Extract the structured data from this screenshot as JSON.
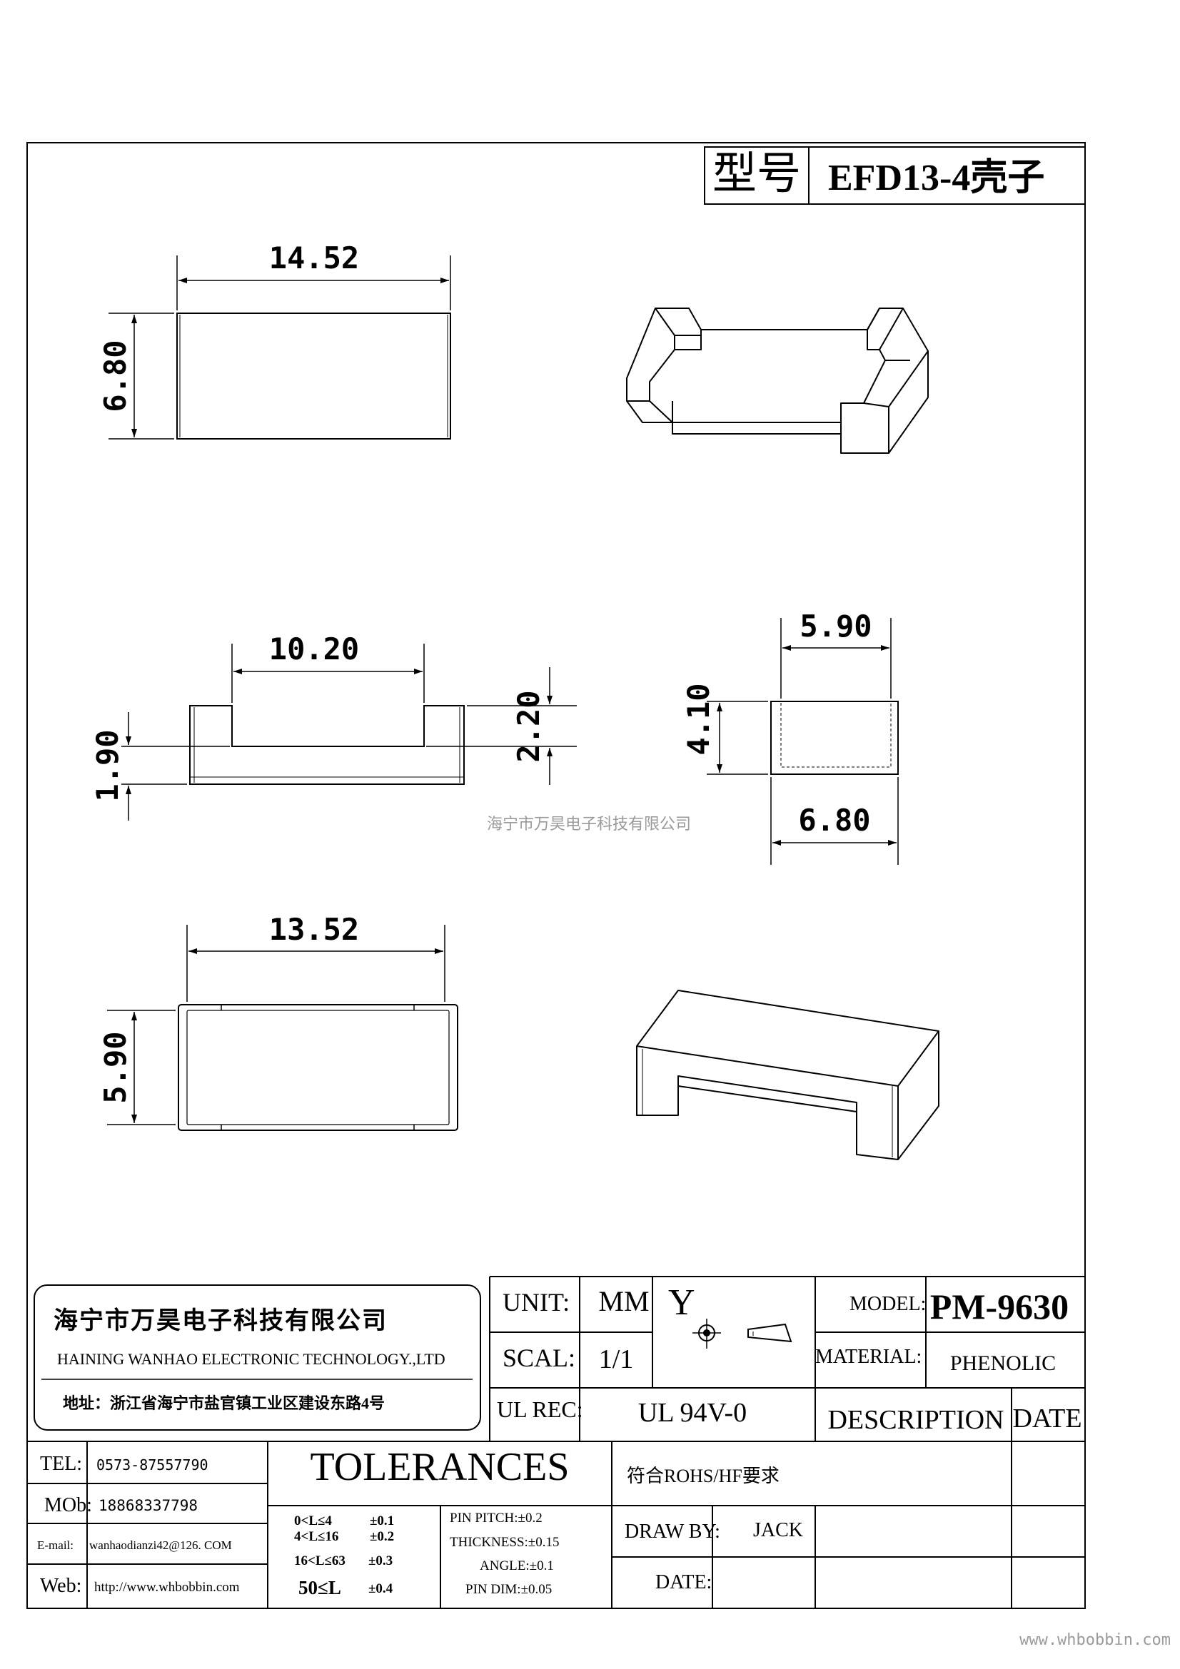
{
  "title": {
    "label": "型号",
    "part": "EFD13-4壳子"
  },
  "dims": {
    "top_width": "14.52",
    "top_height": "6.80",
    "front_inner": "10.20",
    "front_side": "1.90",
    "front_step": "2.20",
    "side_width": "5.90",
    "side_height": "4.10",
    "side_outer": "6.80",
    "bottom_width": "13.52",
    "bottom_height": "5.90"
  },
  "watermark": "海宁市万昊电子科技有限公司",
  "footer_url": "www.whbobbin.com",
  "titleblock": {
    "company_cn": "海宁市万昊电子科技有限公司",
    "company_en": "HAINING WANHAO ELECTRONIC TECHNOLOGY.,LTD",
    "address": "地址：浙江省海宁市盐官镇工业区建设东路4号",
    "unit_label": "UNIT:",
    "unit_value": "MM",
    "y_mark": "Y",
    "scale_label": "SCAL:",
    "scale_value": "1/1",
    "ul_label": "UL REC:",
    "ul_value": "UL 94V-0",
    "model_label": "MODEL:",
    "model_value": "PM-9630",
    "material_label": "MATERIAL:",
    "material_value": "PHENOLIC",
    "description_label": "DESCRIPTION",
    "date_label": "DATE",
    "tel_label": "TEL:",
    "tel_value": "0573-87557790",
    "mob_label": "MOb:",
    "mob_value": "18868337798",
    "email_label": "E-mail:",
    "email_value": "wanhaodianzi42@126. COM",
    "web_label": "Web:",
    "web_value": "http://www.whbobbin.com",
    "tolerances_title": "TOLERANCES",
    "tol_rows": [
      {
        "range": "0<L≤4",
        "tol": "±0.1"
      },
      {
        "range": "4<L≤16",
        "tol": "±0.2"
      },
      {
        "range": "16<L≤63",
        "tol": "±0.3"
      },
      {
        "range": "50≤L",
        "tol": "±0.4"
      }
    ],
    "pin_pitch": "PIN PITCH:±0.2",
    "thickness": "THICKNESS:±0.15",
    "angle": "ANGLE:±0.1",
    "pin_dim": "PIN DIM:±0.05",
    "rohs": "符合ROHS/HF要求",
    "draw_by_label": "DRAW BY:",
    "draw_by_value": "JACK",
    "date2_label": "DATE:"
  }
}
